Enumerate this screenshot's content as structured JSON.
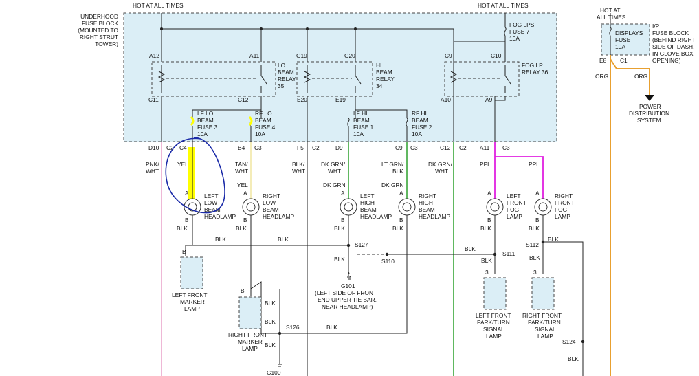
{
  "colors": {
    "fuse_block_fill": "#dbeef6",
    "highlight_yellow": "#ffff00",
    "wire_pink": "#e8a0c8",
    "wire_yellow_light": "#f0e6a0",
    "wire_green": "#2ca02c",
    "wire_ppl": "#e020e0",
    "wire_org": "#e8a030",
    "annotation_blue": "#1a2aa8",
    "ground_component_fill": "#dbeef6"
  },
  "labels": {
    "hot_left": "HOT AT ALL TIMES",
    "hot_right": "HOT AT ALL TIMES",
    "underhood": [
      "UNDERHOOD",
      "FUSE BLOCK",
      "(MOUNTED TO",
      "RIGHT STRUT",
      "TOWER)"
    ],
    "fog_fuse": [
      "FOG LPS",
      "FUSE 7",
      "10A"
    ],
    "hot_ip": [
      "HOT AT",
      "ALL TIMES"
    ],
    "displays_fuse": [
      "DISPLAYS",
      "FUSE",
      "10A"
    ],
    "ip_block": [
      "I/P",
      "FUSE BLOCK",
      "(BEHIND RIGHT",
      "SIDE OF DASH,",
      "IN GLOVE BOX",
      "OPENING)"
    ],
    "lo_relay": [
      "LO",
      "BEAM",
      "RELAY",
      "35"
    ],
    "hi_relay": [
      "HI",
      "BEAM",
      "RELAY",
      "34"
    ],
    "fog_relay": [
      "FOG LP",
      "RELAY 36"
    ],
    "lf_lo_fuse": [
      "LF LO",
      "BEAM",
      "FUSE 3",
      "10A"
    ],
    "rf_lo_fuse": [
      "RF LO",
      "BEAM",
      "FUSE 4",
      "10A"
    ],
    "lf_hi_fuse": [
      "LF HI",
      "BEAM",
      "FUSE 1",
      "10A"
    ],
    "rf_hi_fuse": [
      "RF HI",
      "BEAM",
      "FUSE 2",
      "10A"
    ],
    "power_dist": [
      "POWER",
      "DISTRIBUTION",
      "SYSTEM"
    ],
    "pin_a12": "A12",
    "pin_a11": "A11",
    "pin_g19": "G19",
    "pin_g20": "G20",
    "pin_c9": "C9",
    "pin_c10": "C10",
    "pin_c11": "C11",
    "pin_c12": "C12",
    "pin_e20": "E20",
    "pin_e19": "E19",
    "pin_a10": "A10",
    "pin_a9": "A9",
    "pin_e8": "E8",
    "pin_c1_ip": "C1",
    "conn_d10": "D10",
    "conn_c2a": "C2",
    "conn_c4": "C4",
    "conn_b4": "B4",
    "conn_c3a": "C3",
    "conn_f5": "F5",
    "conn_c2b": "C2",
    "conn_d9": "D9",
    "conn_c9": "C9",
    "conn_c3b": "C3",
    "conn_c12": "C12",
    "conn_c2c": "C2",
    "conn_a11": "A11",
    "conn_c3c": "C3",
    "wire_pnk_wht": [
      "PNK/",
      "WHT"
    ],
    "wire_yel": "YEL",
    "wire_tan_wht": [
      "TAN/",
      "WHT"
    ],
    "wire_yel2": "YEL",
    "wire_blk_wht": [
      "BLK/",
      "WHT"
    ],
    "wire_dkgrn_wht": [
      "DK GRN/",
      "WHT"
    ],
    "wire_dkgrn": "DK GRN",
    "wire_ltgrn_blk": [
      "LT GRN/",
      "BLK"
    ],
    "wire_dkgrn2": "DK GRN",
    "wire_dkgrn_wht2": [
      "DK GRN/",
      "WHT"
    ],
    "wire_ppl_l": "PPL",
    "wire_ppl_r": "PPL",
    "wire_org_l": "ORG",
    "wire_org_r": "ORG",
    "lamp_lf_low": [
      "LEFT",
      "LOW",
      "BEAM",
      "HEADLAMP"
    ],
    "lamp_rt_low": [
      "RIGHT",
      "LOW",
      "BEAM",
      "HEADLAMP"
    ],
    "lamp_lf_high": [
      "LEFT",
      "HIGH",
      "BEAM",
      "HEADLAMP"
    ],
    "lamp_rt_high": [
      "RIGHT",
      "HIGH",
      "BEAM",
      "HEADLAMP"
    ],
    "lamp_lf_fog": [
      "LEFT",
      "FRONT",
      "FOG",
      "LAMP"
    ],
    "lamp_rt_fog": [
      "RIGHT",
      "FRONT",
      "FOG",
      "LAMP"
    ],
    "pin_a": "A",
    "pin_b": "B",
    "pin_3": "3",
    "blk": "BLK",
    "lf_marker": [
      "LEFT FRONT",
      "MARKER",
      "LAMP"
    ],
    "rf_marker": [
      "RIGHT FRONT",
      "MARKER",
      "LAMP"
    ],
    "lf_park": [
      "LEFT FRONT",
      "PARK/TURN",
      "SIGNAL",
      "LAMP"
    ],
    "rf_park": [
      "RIGHT FRONT",
      "PARK/TURN",
      "SIGNAL",
      "LAMP"
    ],
    "s127": "S127",
    "s110": "S110",
    "s111": "S111",
    "s112": "S112",
    "s126": "S126",
    "s124": "S124",
    "g101": "G101",
    "g101_desc": [
      "(LEFT SIDE OF FRONT",
      "END UPPER TIE BAR,",
      "NEAR HEADLAMP)"
    ],
    "g100": "G100"
  }
}
